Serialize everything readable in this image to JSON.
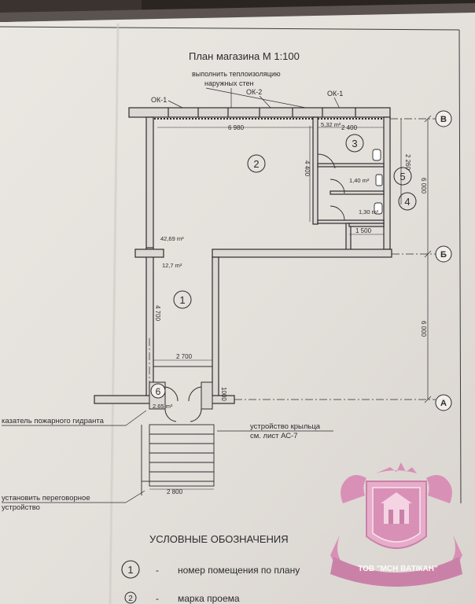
{
  "title": "План магазина М 1:100",
  "note_line1": "выполнить теплоизоляцию",
  "note_line2": "наружных стен",
  "window_labels": {
    "ok1_left": "ОК-1",
    "ok2": "ОК-2",
    "ok1_right": "ОК-1"
  },
  "axes": {
    "v": "В",
    "b": "Б",
    "a": "А"
  },
  "dimensions": {
    "d6980": "6 980",
    "d2400": "2 400",
    "d2260": "2 260",
    "d4400": "4 400",
    "d6000_top": "6 000",
    "d1500": "1 500",
    "d4700": "4 700",
    "d2700": "2 700",
    "d6000_bottom": "6 000",
    "d1000": "1000",
    "d2800": "2 800"
  },
  "areas": {
    "a532": "5,32 m²",
    "a140": "1,40 m²",
    "a130": "1,30 m²",
    "a4269": "42,69 m²",
    "a127": "12,7 m²",
    "a265": "2,65 m²"
  },
  "rooms": {
    "r1": "1",
    "r2": "2",
    "r3": "3",
    "r4": "4",
    "r5": "5",
    "r6": "6"
  },
  "callouts": {
    "hydrant": "казатель пожарного гидранта",
    "porch_line1": "устройство крыльца",
    "porch_line2": "см. лист АС-7",
    "partition_line1": "установить переговорное",
    "partition_line2": "устройство"
  },
  "legend": {
    "heading": "УСЛОВНЫЕ ОБОЗНАЧЕНИЯ",
    "item1_symbol": "1",
    "item1_dash": "-",
    "item1_text": "номер помещения по плану",
    "item2_symbol": "2",
    "item2_dash": "-",
    "item2_text": "марка проема"
  },
  "logo_text": "ТОВ \"МСН ВАТІКАН\"",
  "colors": {
    "background_dark": "#2b2522",
    "paper": "#e6e2dd",
    "line": "#2c2c2e",
    "wall_fill": "#dcd8d3",
    "logo_pink": "#d98ab4"
  }
}
